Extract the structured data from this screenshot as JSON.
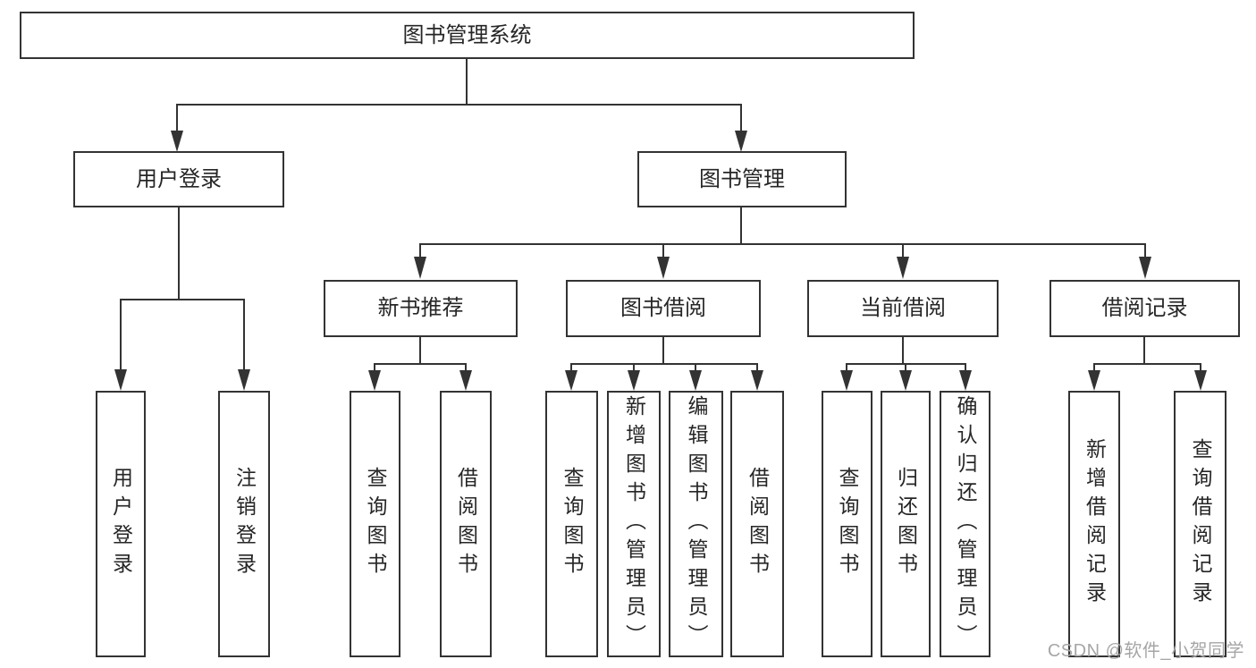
{
  "root": {
    "label": "图书管理系统"
  },
  "branches": [
    {
      "label": "用户登录",
      "children": [
        {
          "label": "用户登录"
        },
        {
          "label": "注销登录"
        }
      ]
    },
    {
      "label": "图书管理",
      "children": [
        {
          "label": "新书推荐",
          "children": [
            {
              "label": "查询图书"
            },
            {
              "label": "借阅图书"
            }
          ]
        },
        {
          "label": "图书借阅",
          "children": [
            {
              "label": "查询图书"
            },
            {
              "label": "新增图书（管理员）"
            },
            {
              "label": "编辑图书（管理员）"
            },
            {
              "label": "借阅图书"
            }
          ]
        },
        {
          "label": "当前借阅",
          "children": [
            {
              "label": "查询图书"
            },
            {
              "label": "归还图书"
            },
            {
              "label": "确认归还（管理员）"
            }
          ]
        },
        {
          "label": "借阅记录",
          "children": [
            {
              "label": "新增借阅记录"
            },
            {
              "label": "查询借阅记录"
            }
          ]
        }
      ]
    }
  ],
  "watermark": {
    "text": "CSDN @软件_小贺同学"
  },
  "colors": {
    "line": "#333333",
    "box_border": "#333333",
    "text": "#262626",
    "watermark": "#a6a6a6",
    "background": "#ffffff"
  }
}
